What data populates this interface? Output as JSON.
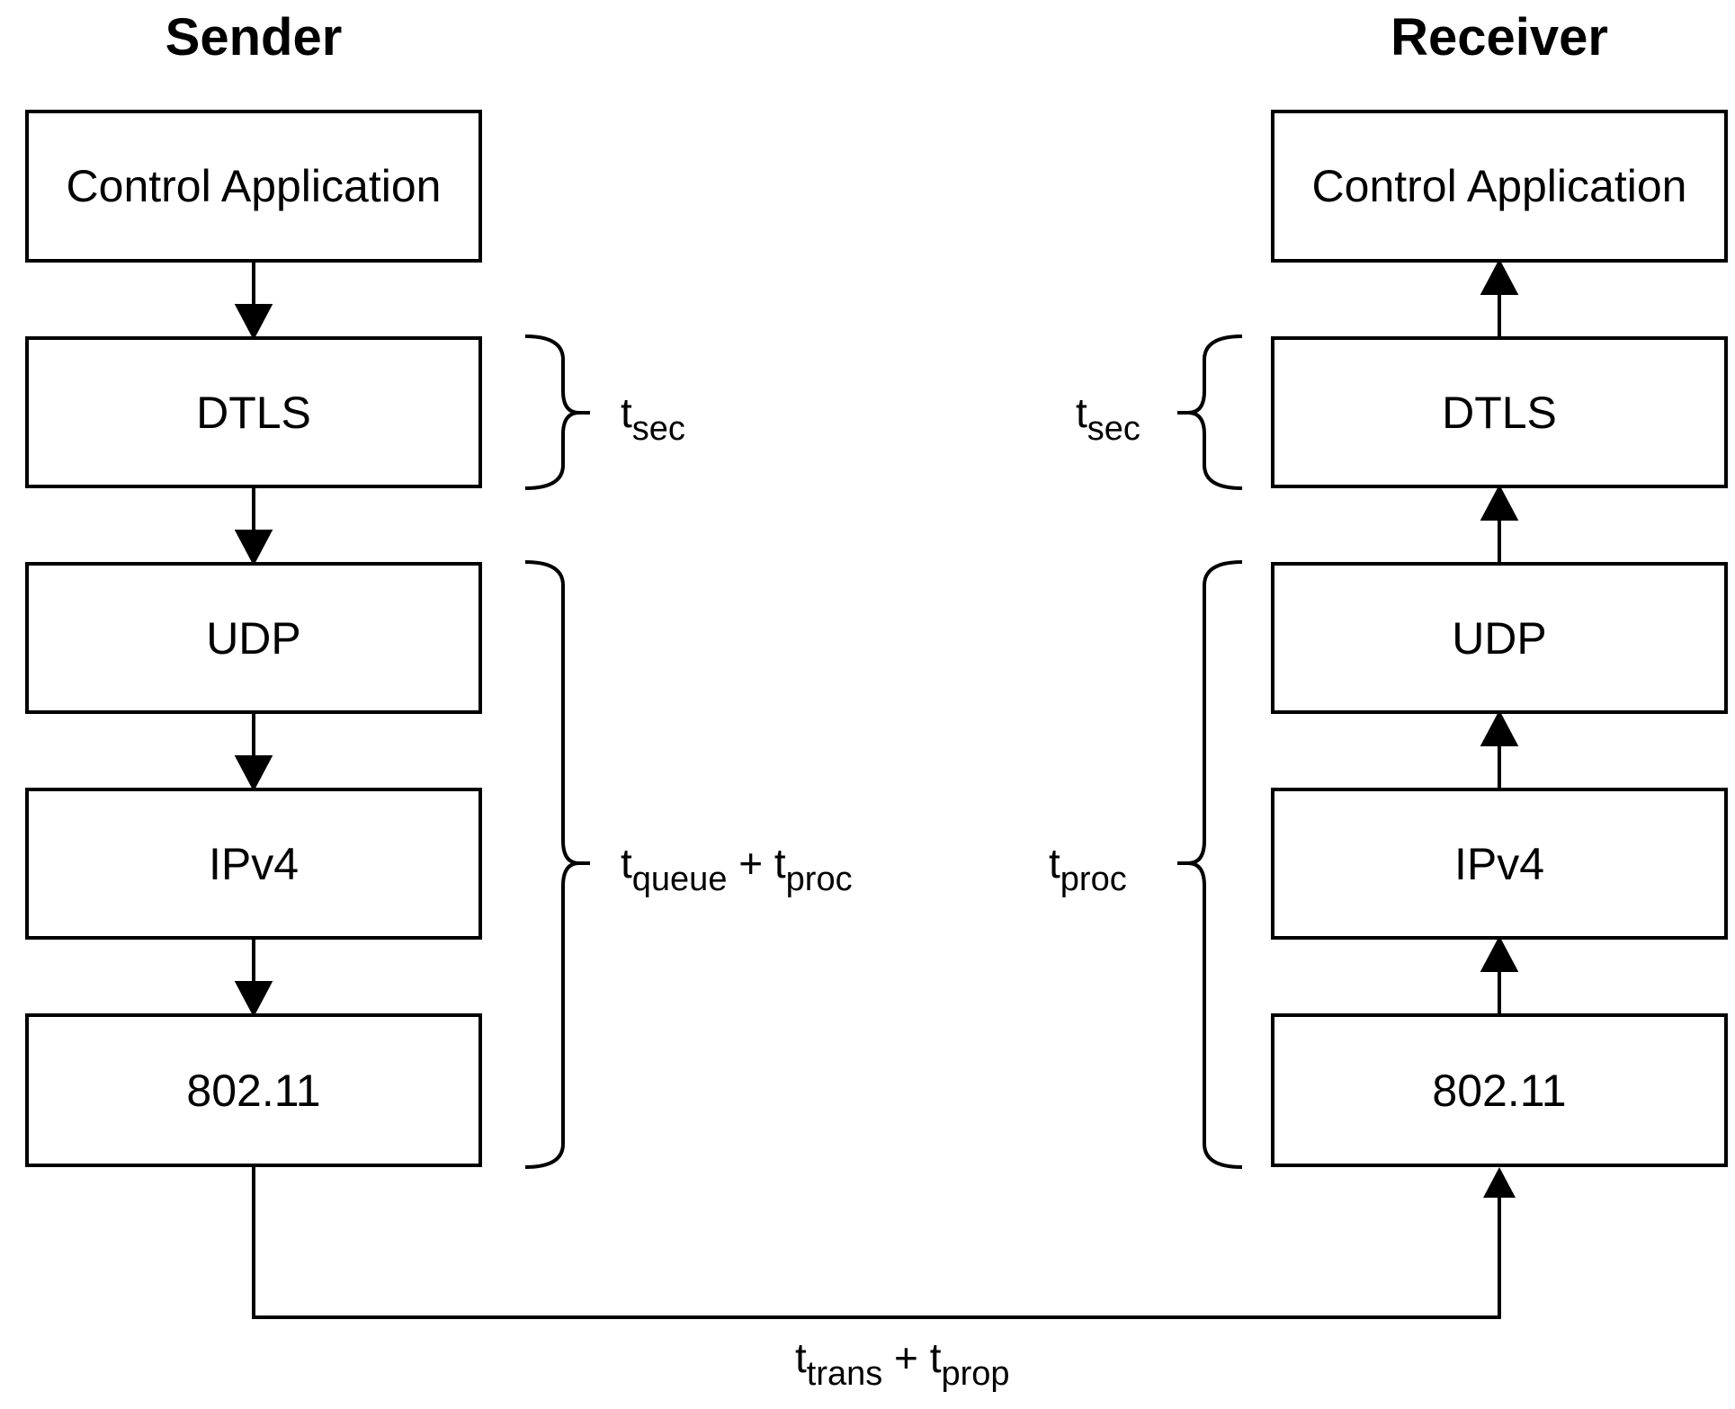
{
  "sender": {
    "title": "Sender",
    "layers": [
      "Control Application",
      "DTLS",
      "UDP",
      "IPv4",
      "802.11"
    ]
  },
  "receiver": {
    "title": "Receiver",
    "layers": [
      "Control Application",
      "DTLS",
      "UDP",
      "IPv4",
      "802.11"
    ]
  },
  "labels": {
    "sender_sec": {
      "t": "t",
      "sub": "sec"
    },
    "sender_queue_proc": {
      "t1": "t",
      "sub1": "queue",
      "op": " + ",
      "t2": "t",
      "sub2": "proc"
    },
    "receiver_sec": {
      "t": "t",
      "sub": "sec"
    },
    "receiver_proc": {
      "t": "t",
      "sub": "proc"
    },
    "link": {
      "t1": "t",
      "sub1": "trans",
      "op": " + ",
      "t2": "t",
      "sub2": "prop"
    }
  }
}
